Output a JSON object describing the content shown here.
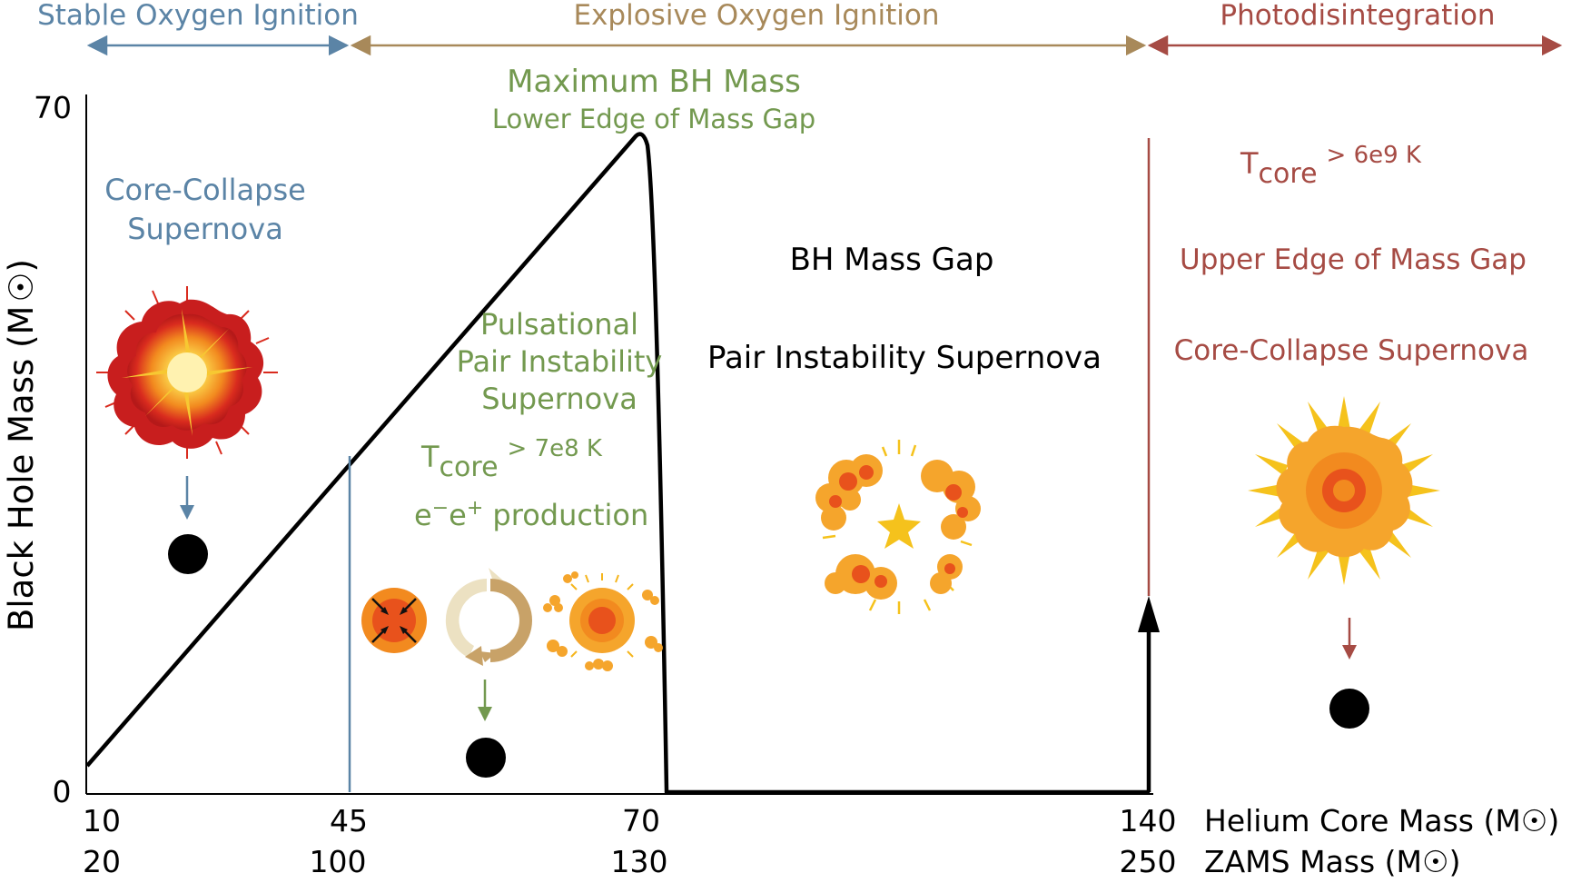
{
  "colors": {
    "blue": "#5b84a6",
    "tan": "#a8895a",
    "green": "#73994f",
    "red": "#a64b44",
    "black": "#000000"
  },
  "regimes": {
    "stable": "Stable Oxygen Ignition",
    "explosive": "Explosive Oxygen Ignition",
    "photo": "Photodisintegration"
  },
  "axis": {
    "ylabel_main": "Black Hole Mass (M",
    "ylabel_end": ")",
    "y_top": "70",
    "y_zero": "0",
    "helium_ticks": [
      "10",
      "45",
      "70",
      "140"
    ],
    "zams_ticks": [
      "20",
      "100",
      "130",
      "250"
    ],
    "helium_label": "Helium Core Mass (M",
    "zams_label": "ZAMS Mass (M",
    "label_close": ")"
  },
  "peak": {
    "title": "Maximum BH Mass",
    "subtitle": "Lower Edge of Mass Gap"
  },
  "ccsn_left": {
    "line1": "Core-Collapse",
    "line2": "Supernova"
  },
  "ppisn": {
    "line1": "Pulsational",
    "line2": "Pair Instability",
    "line3": "Supernova",
    "t_main": "T",
    "t_sub": "core",
    "t_sup": "> 7e8 K",
    "prod_e": "e",
    "prod_minus": "−",
    "prod_e2": "e",
    "prod_plus": "+",
    "prod_rest": " production"
  },
  "gap": {
    "title": "BH Mass Gap",
    "pisn": "Pair Instability Supernova"
  },
  "right": {
    "t_main": "T",
    "t_sub": "core",
    "t_sup": "> 6e9 K",
    "upper": "Upper Edge of Mass Gap",
    "ccsn": "Core-Collapse Supernova"
  },
  "icons": [
    "explosion-icon",
    "black-hole-icon",
    "contracting-core-icon",
    "cycle-arrows-icon",
    "pulsation-burst-icon",
    "pair-instability-explosion-icon",
    "sun-burst-icon"
  ]
}
